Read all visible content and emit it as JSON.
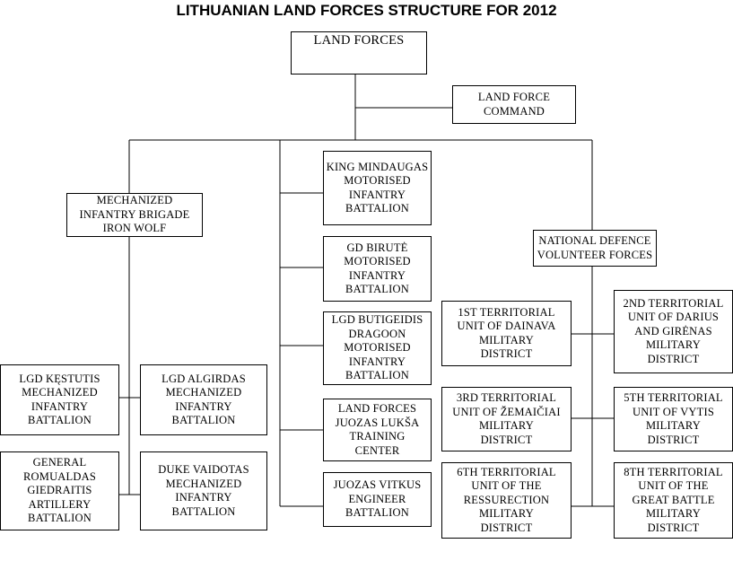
{
  "title": "LITHUANIAN LAND FORCES STRUCTURE FOR 2012",
  "units": {
    "land_forces": [
      "LAND FORCES"
    ],
    "land_force_command": [
      "LAND FORCE",
      "COMMAND"
    ],
    "mech_brigade": [
      "MECHANIZED",
      "INFANTRY BRIGADE",
      "IRON WOLF"
    ],
    "king_mindaugas": [
      "KING MINDAUGAS",
      "MOTORISED",
      "INFANTRY",
      "BATTALION"
    ],
    "gd_birute": [
      "GD BIRUTĖ",
      "MOTORISED",
      "INFANTRY",
      "BATTALION"
    ],
    "lgd_butigeidis": [
      "LGD BUTIGEIDIS",
      "DRAGOON",
      "MOTORISED",
      "INFANTRY",
      "BATTALION"
    ],
    "training_center": [
      "LAND FORCES",
      "JUOZAS LUKŠA",
      "TRAINING",
      "CENTER"
    ],
    "engineer": [
      "JUOZAS VITKUS",
      "ENGINEER",
      "BATTALION"
    ],
    "ndvf": [
      "NATIONAL DEFENCE",
      "VOLUNTEER FORCES"
    ],
    "lgd_kestutis": [
      "LGD KĘSTUTIS",
      "MECHANIZED",
      "INFANTRY",
      "BATTALION"
    ],
    "lgd_algirdas": [
      "LGD ALGIRDAS",
      "MECHANIZED",
      "INFANTRY",
      "BATTALION"
    ],
    "artillery": [
      "GENERAL",
      "ROMUALDAS",
      "GIEDRAITIS",
      "ARTILLERY",
      "BATTALION"
    ],
    "duke_vaidotas": [
      "DUKE VAIDOTAS",
      "MECHANIZED",
      "INFANTRY",
      "BATTALION"
    ],
    "terr_1": [
      "1ST TERRITORIAL",
      "UNIT OF DAINAVA",
      "MILITARY",
      "DISTRICT"
    ],
    "terr_2": [
      "2ND TERRITORIAL",
      "UNIT OF DARIUS",
      "AND GIRĖNAS",
      "MILITARY",
      "DISTRICT"
    ],
    "terr_3": [
      "3RD TERRITORIAL",
      "UNIT OF ŽEMAIČIAI",
      "MILITARY",
      "DISTRICT"
    ],
    "terr_5": [
      "5TH TERRITORIAL",
      "UNIT OF VYTIS",
      "MILITARY",
      "DISTRICT"
    ],
    "terr_6": [
      "6TH TERRITORIAL",
      "UNIT OF THE",
      "RESSURECTION",
      "MILITARY",
      "DISTRICT"
    ],
    "terr_8": [
      "8TH TERRITORIAL",
      "UNIT OF THE",
      "GREAT BATTLE",
      "MILITARY",
      "DISTRICT"
    ]
  }
}
